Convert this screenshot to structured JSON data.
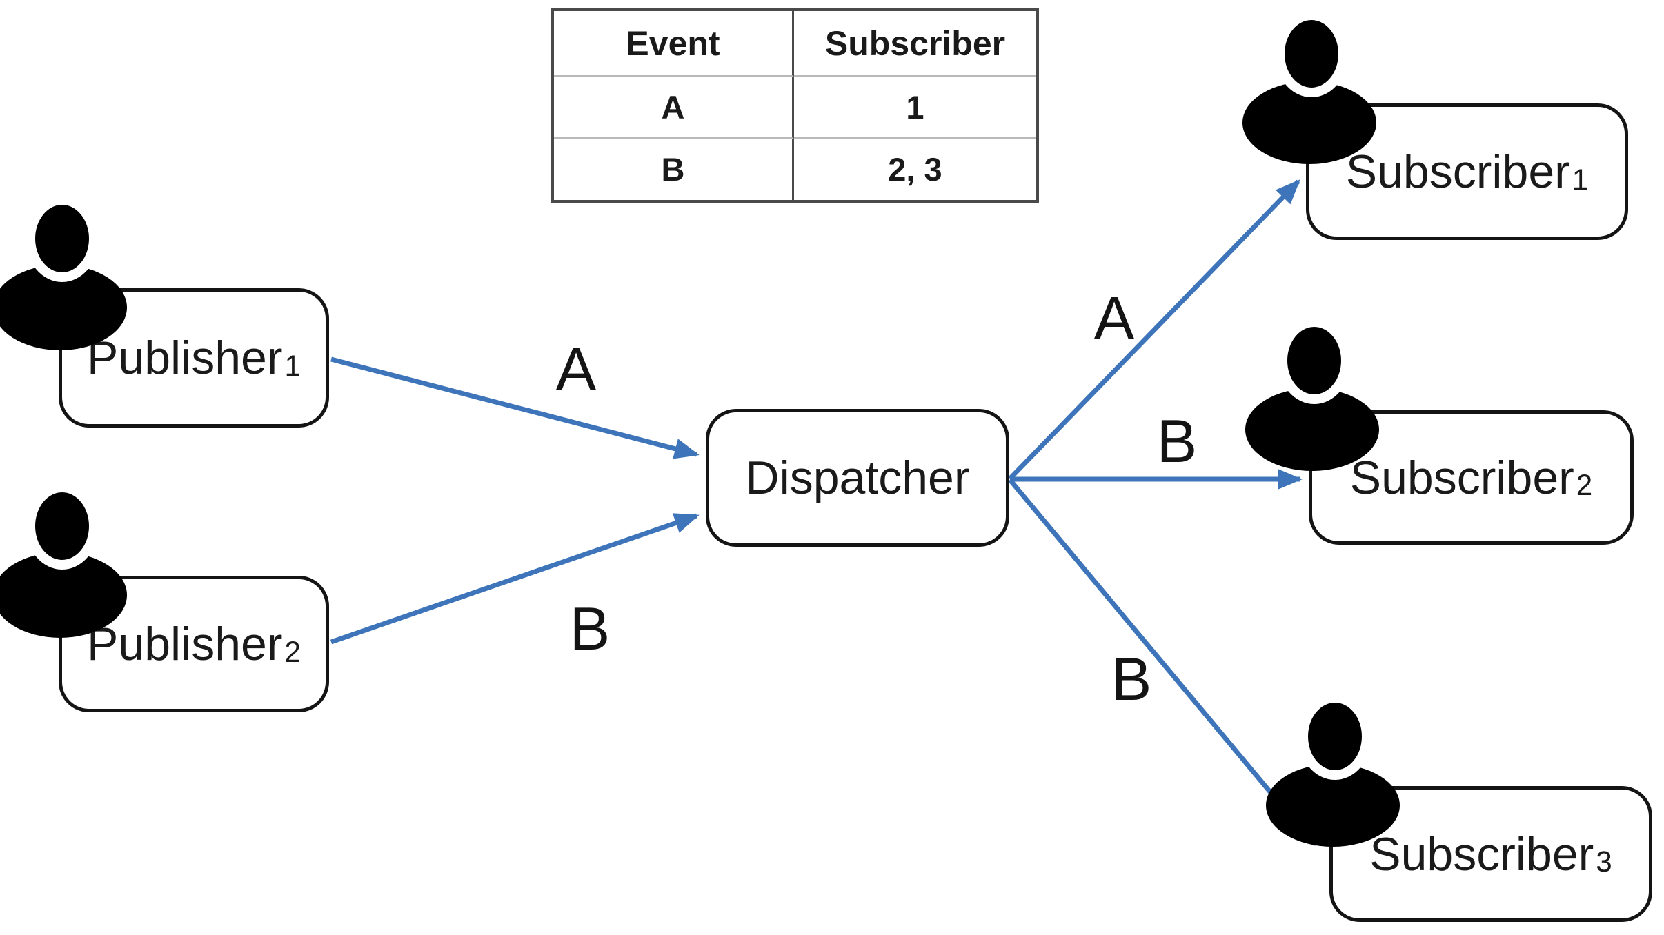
{
  "diagram_title": "publish-subscribe-dispatcher-diagram",
  "colors": {
    "arrow_blue": "#3d74ba",
    "box_border": "#141414",
    "table_outer_border": "#4a4a4a",
    "table_inner_divider": "#b9b9b9",
    "person_icon": "#000000",
    "background": "#ffffff"
  },
  "table": {
    "headers": [
      "Event",
      "Subscriber"
    ],
    "rows": [
      [
        "A",
        "1"
      ],
      [
        "B",
        "2, 3"
      ]
    ]
  },
  "nodes": {
    "publisher1": {
      "label": "Publisher",
      "subscript": "1"
    },
    "publisher2": {
      "label": "Publisher",
      "subscript": "2"
    },
    "dispatcher": {
      "label": "Dispatcher",
      "subscript": ""
    },
    "subscriber1": {
      "label": "Subscriber",
      "subscript": "1"
    },
    "subscriber2": {
      "label": "Subscriber",
      "subscript": "2"
    },
    "subscriber3": {
      "label": "Subscriber",
      "subscript": "3"
    }
  },
  "edges": {
    "pub1_to_dispatcher": {
      "label": "A"
    },
    "pub2_to_dispatcher": {
      "label": "B"
    },
    "dispatcher_to_sub1": {
      "label": "A"
    },
    "dispatcher_to_sub2": {
      "label": "B"
    },
    "dispatcher_to_sub3": {
      "label": "B"
    }
  },
  "icons": {
    "person": "person-icon"
  }
}
